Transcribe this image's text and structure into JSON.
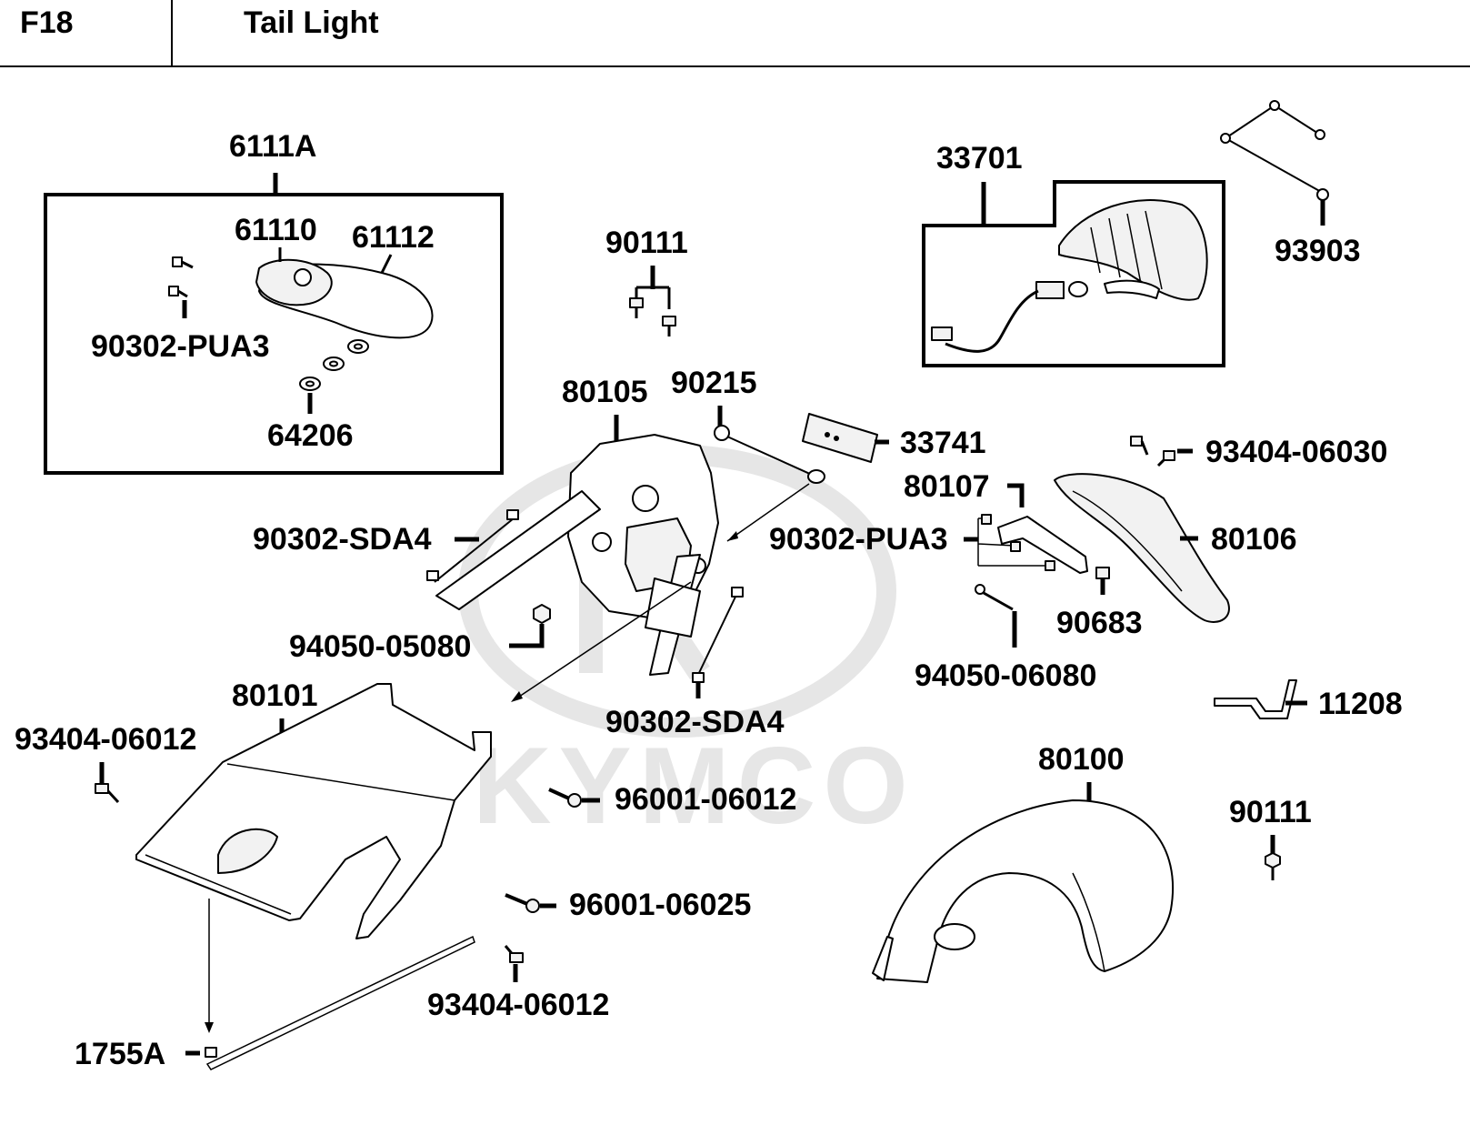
{
  "header": {
    "code": "F18",
    "title": "Tail Light"
  },
  "watermark": {
    "text": "KYMCO"
  },
  "parts": {
    "p6111A": "6111A",
    "p61110": "61110",
    "p61112": "61112",
    "p90302_PUA3_a": "90302-PUA3",
    "p64206": "64206",
    "p90111_a": "90111",
    "p33701": "33701",
    "p93903": "93903",
    "p80105": "80105",
    "p90215": "90215",
    "p33741": "33741",
    "p93404_06030": "93404-06030",
    "p80107": "80107",
    "p90302_SDA4_a": "90302-SDA4",
    "p90302_PUA3_b": "90302-PUA3",
    "p80106": "80106",
    "p90683": "90683",
    "p94050_05080": "94050-05080",
    "p94050_06080": "94050-06080",
    "p80101": "80101",
    "p90302_SDA4_b": "90302-SDA4",
    "p11208": "11208",
    "p93404_06012_a": "93404-06012",
    "p96001_06012": "96001-06012",
    "p80100": "80100",
    "p90111_b": "90111",
    "p96001_06025": "96001-06025",
    "p93404_06012_b": "93404-06012",
    "p1755A": "1755A"
  }
}
